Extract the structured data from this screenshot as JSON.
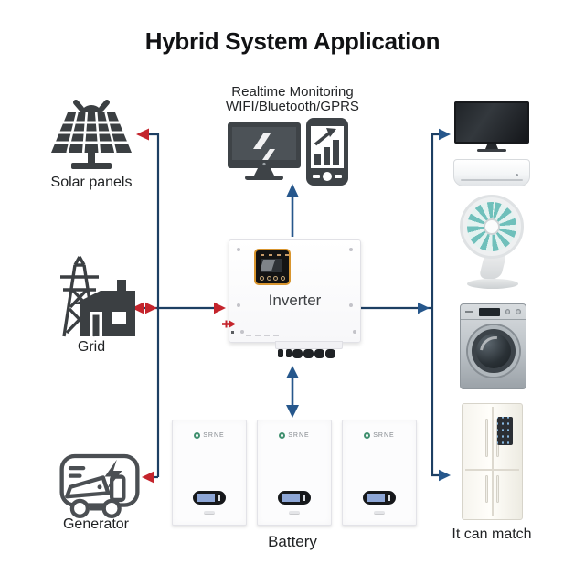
{
  "title": "Hybrid System Application",
  "monitoring": {
    "line1": "Realtime Monitoring",
    "line2": "WIFI/Bluetooth/GPRS"
  },
  "sources": {
    "solar": "Solar panels",
    "grid": "Grid",
    "generator": "Generator"
  },
  "inverter": {
    "label": "Inverter"
  },
  "battery": {
    "label": "Battery",
    "brand": "SRNE",
    "unit_count": 3
  },
  "match": {
    "label": "It can match"
  },
  "appliance_icons": [
    "tv-image",
    "air-conditioner-image",
    "fan-image",
    "washing-machine-image",
    "refrigerator-image"
  ],
  "source_icons": [
    "solar-panels-icon",
    "grid-icon",
    "generator-icon"
  ],
  "monitoring_icons": [
    "monitor-icon",
    "smartphone-icon"
  ],
  "colors": {
    "connector_line": "#1d3f63",
    "arrow_red": "#c4242c",
    "arrow_blue": "#26578c",
    "icon_dark": "#3b3f42",
    "inverter_panel_border": "#d8952f",
    "battery_lcd_blue": "#8da6d6",
    "fan_teal": "#6fc0bb"
  }
}
